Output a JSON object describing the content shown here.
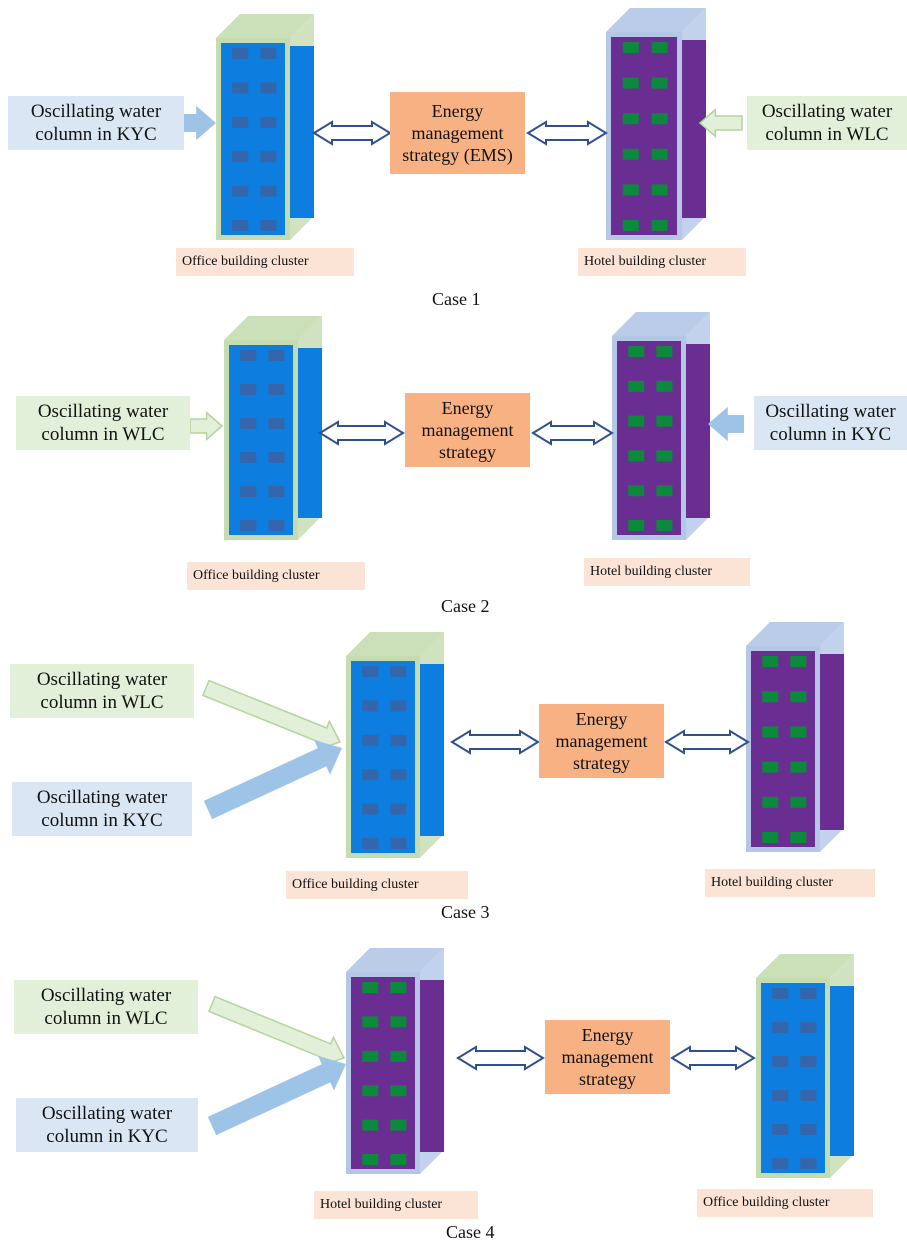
{
  "labels": {
    "owc_kyc": "Oscillating water\ncolumn in KYC",
    "owc_wlc": "Oscillating water\ncolumn in WLC",
    "ems_case1": "Energy\nmanagement\nstrategy (EMS)",
    "ems": "Energy\nmanagement\nstrategy",
    "office": "Office building cluster",
    "hotel": "Hotel building cluster"
  },
  "cases": [
    "Case 1",
    "Case 2",
    "Case 3",
    "Case 4"
  ],
  "colors": {
    "office_body": "#c5dbb0",
    "office_window_bg": "#0d7ee0",
    "office_window": "#3366aa",
    "office_side": "#0d7ee0",
    "hotel_body": "#b4c7e7",
    "hotel_window_bg": "#6a2d91",
    "hotel_window": "#0a8a3a",
    "hotel_side": "#6a2d91",
    "kyc_arrow": "#9dc3e6",
    "wlc_arrow": "#e2efd9",
    "ems_box": "#f7b183",
    "label_bg": "#fbe3d6",
    "double_arrow": "#2f4f8f"
  }
}
